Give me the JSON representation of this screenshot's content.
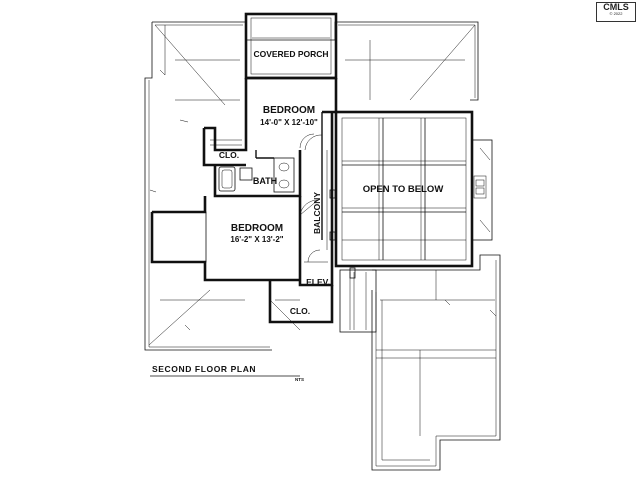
{
  "rooms": {
    "covered_porch": "COVERED PORCH",
    "bedroom_upper": {
      "name": "BEDROOM",
      "dims": "14'-0\" X 12'-10\""
    },
    "bedroom_lower": {
      "name": "BEDROOM",
      "dims": "16'-2\" X 13'-2\""
    },
    "open_to_below": "OPEN TO BELOW",
    "bath": "BATH",
    "balcony": "BALCONY",
    "closet_upper": "CLO.",
    "closet_lower": "CLO.",
    "elevator": "ELEV."
  },
  "caption": {
    "title": "SECOND FLOOR PLAN",
    "scale": "NTS"
  },
  "watermark": {
    "text": "CMLS",
    "sub": "© 2022"
  }
}
